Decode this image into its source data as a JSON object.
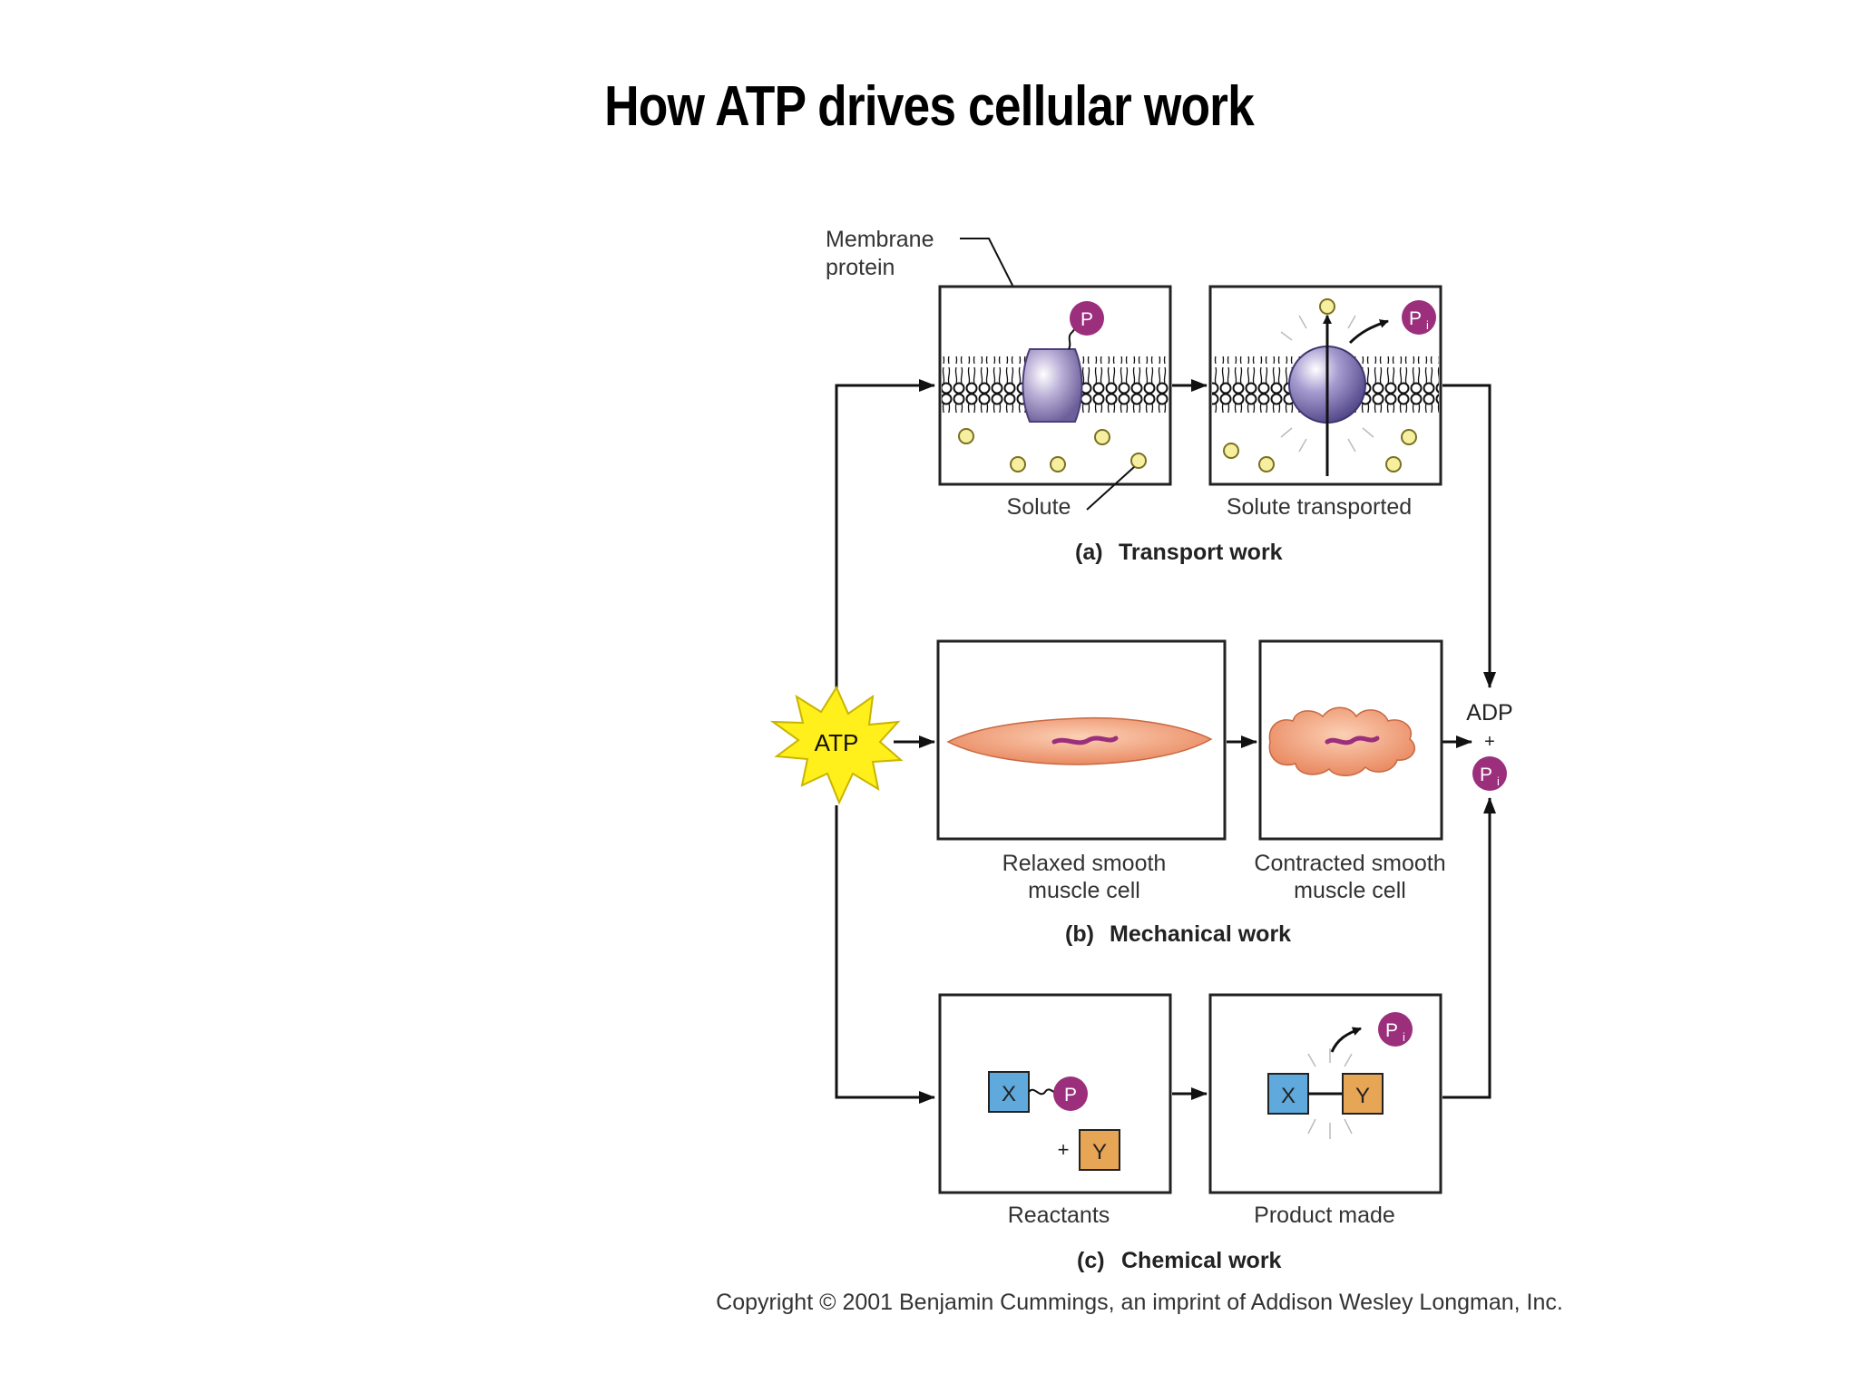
{
  "title": "How ATP drives cellular work",
  "atp": "ATP",
  "transport": {
    "membrane_protein_line1": "Membrane",
    "membrane_protein_line2": "protein",
    "phosphate": "P",
    "phosphate_inorganic": "P",
    "phosphate_subscript": "i",
    "solute": "Solute",
    "solute_transported": "Solute transported",
    "caption_letter": "(a)",
    "caption": "Transport work"
  },
  "mechanical": {
    "relaxed_line1": "Relaxed smooth",
    "relaxed_line2": "muscle cell",
    "contracted_line1": "Contracted smooth",
    "contracted_line2": "muscle cell",
    "caption_letter": "(b)",
    "caption": "Mechanical work"
  },
  "products": {
    "adp": "ADP",
    "plus": "+",
    "phosphate": "P",
    "subscript": "i"
  },
  "chemical": {
    "x": "X",
    "y": "Y",
    "phosphate": "P",
    "plus": "+",
    "x2": "X",
    "y2": "Y",
    "released_phosphate": "P",
    "released_subscript": "i",
    "reactants": "Reactants",
    "product_made": "Product made",
    "caption_letter": "(c)",
    "caption": "Chemical work"
  },
  "copyright": "Copyright © 2001 Benjamin Cummings, an imprint of Addison Wesley Longman, Inc.",
  "colors": {
    "phosphate": "#9b2f7c",
    "atp_burst": "#ffef1a",
    "solute": "#f7efa0",
    "protein": "#b9aed6",
    "muscle": "#ef9a74",
    "x_box": "#5fa9dc",
    "y_box": "#e7a556"
  }
}
